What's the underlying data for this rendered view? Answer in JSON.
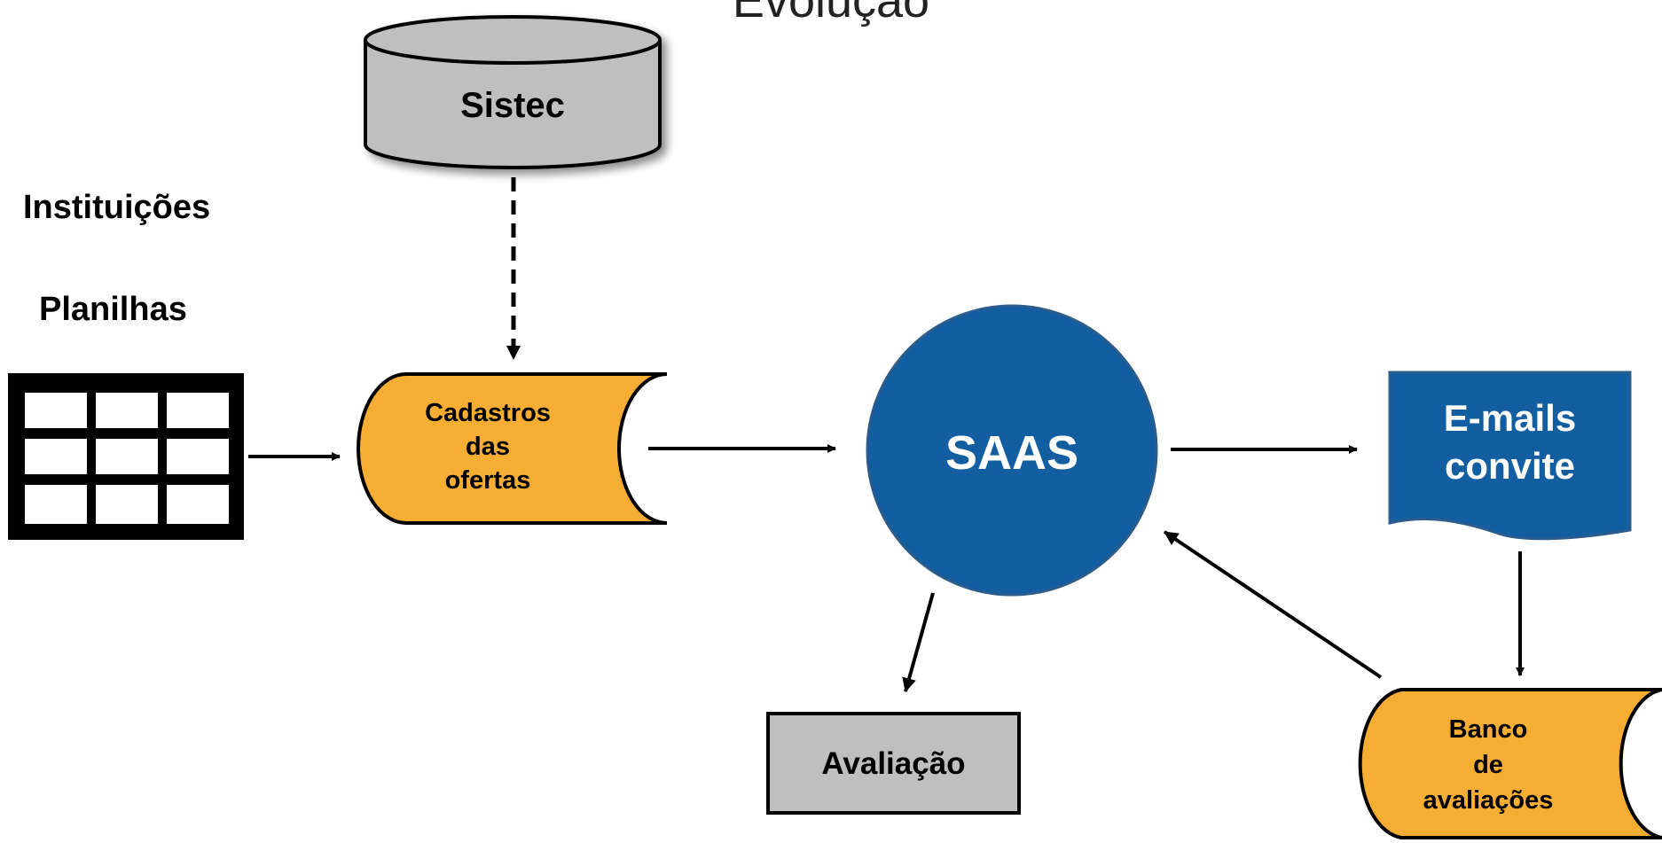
{
  "title": "Evolução",
  "nodes": {
    "sistec": {
      "label": "Sistec"
    },
    "instituicoes": {
      "label": "Instituições"
    },
    "planilhas": {
      "label": "Planilhas"
    },
    "cadastros": {
      "line1": "Cadastros",
      "line2": "das",
      "line3": "ofertas"
    },
    "saas": {
      "label": "SAAS"
    },
    "emails": {
      "line1": "E-mails",
      "line2": "convite"
    },
    "avaliacao": {
      "label": "Avaliação"
    },
    "banco": {
      "line1": "Banco",
      "line2": "de",
      "line3": "avaliações"
    }
  },
  "colors": {
    "orange": "#F5AE33",
    "blue": "#125EA0",
    "gray": "#BFBFBF",
    "black": "#000000",
    "white": "#FFFFFF"
  }
}
